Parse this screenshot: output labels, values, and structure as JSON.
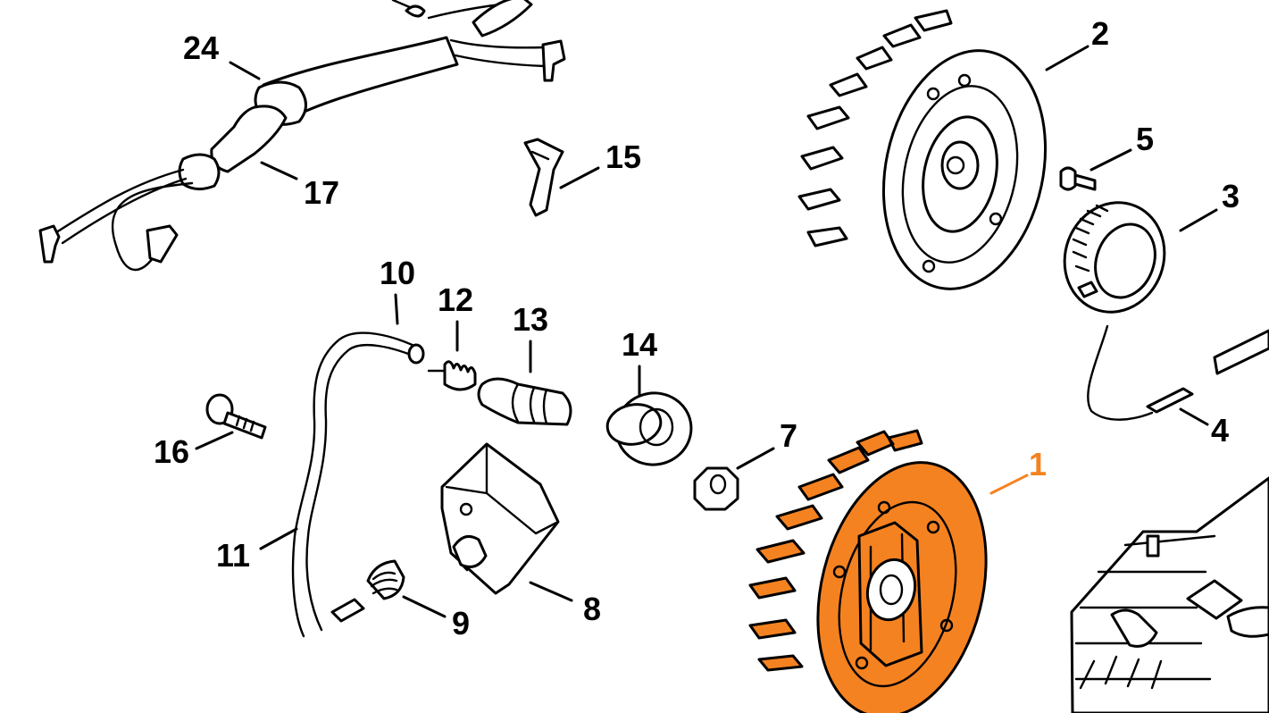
{
  "colors": {
    "highlight": "#f58220",
    "ink": "#000000",
    "background": "#ffffff"
  },
  "callouts": {
    "p1": "1",
    "p2": "2",
    "p3": "3",
    "p4": "4",
    "p5": "5",
    "p7": "7",
    "p8": "8",
    "p9": "9",
    "p10": "10",
    "p11": "11",
    "p12": "12",
    "p13": "13",
    "p14": "14",
    "p15": "15",
    "p16": "16",
    "p17": "17",
    "p24": "24"
  },
  "highlighted_part": "1"
}
